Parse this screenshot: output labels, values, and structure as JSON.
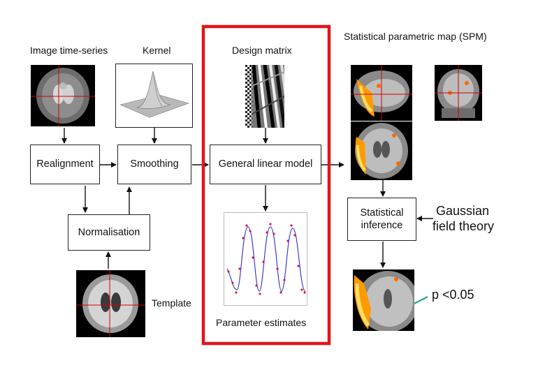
{
  "labels": {
    "image_time_series": "Image time-series",
    "kernel": "Kernel",
    "design_matrix": "Design matrix",
    "spm_title": "Statistical parametric map (SPM)",
    "template": "Template",
    "parameter_estimates": "Parameter estimates",
    "gaussian_line1": "Gaussian",
    "gaussian_line2": "field theory",
    "p_value": "p <0.05"
  },
  "boxes": {
    "realignment": "Realignment",
    "smoothing": "Smoothing",
    "glm": "General linear model",
    "normalisation": "Normalisation",
    "stat_line1": "Statistical",
    "stat_line2": "inference"
  },
  "colors": {
    "highlight_frame": "#e3141b",
    "arrow": "#111111",
    "pointer_arrow": "#2aa198",
    "activation": "#ffb000",
    "fit_line": "#3b3bd6",
    "data_points": "#d81b3c"
  }
}
